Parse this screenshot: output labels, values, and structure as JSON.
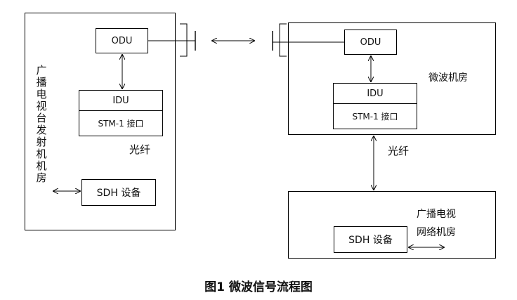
{
  "left_room": {
    "label_vertical": [
      "广",
      "播",
      "电",
      "视",
      "台",
      "发",
      "射",
      "机",
      "机",
      "房"
    ],
    "odu": "ODU",
    "idu_top": "IDU",
    "idu_bottom": "STM-1 接口",
    "fiber": "光纤",
    "sdh": "SDH 设备"
  },
  "right_room": {
    "label": "微波机房",
    "odu": "ODU",
    "idu_top": "IDU",
    "idu_bottom": "STM-1 接口"
  },
  "fiber_right": "光纤",
  "network_room": {
    "label_line1": "广播电视",
    "label_line2": "网络机房",
    "sdh": "SDH 设备"
  },
  "caption": "图1 微波信号流程图"
}
